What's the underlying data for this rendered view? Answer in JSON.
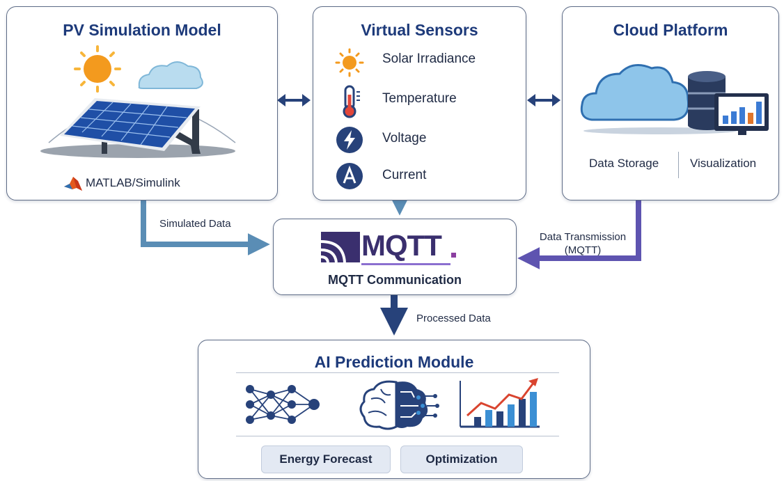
{
  "pv_model": {
    "title": "PV Simulation Model",
    "software_label": "MATLAB/Simulink"
  },
  "virtual_sensors": {
    "title": "Virtual Sensors",
    "items": [
      {
        "label": "Solar Irradiance",
        "icon": "sun-icon"
      },
      {
        "label": "Temperature",
        "icon": "thermometer-icon"
      },
      {
        "label": "Voltage",
        "icon": "lightning-icon"
      },
      {
        "label": "Current",
        "icon": "ampere-icon"
      }
    ]
  },
  "cloud_platform": {
    "title": "Cloud Platform",
    "storage_label": "Data Storage",
    "visualization_label": "Visualization"
  },
  "mqtt": {
    "logo_text": "MQTT",
    "title": "MQTT Communication"
  },
  "flows": {
    "simulated_data": "Simulated Data",
    "data_transmission_line1": "Data Transmission",
    "data_transmission_line2": "(MQTT)",
    "processed_data": "Processed Data"
  },
  "ai_module": {
    "title": "AI Prediction Module",
    "energy_forecast": "Energy Forecast",
    "optimization": "Optimization"
  },
  "colors": {
    "title_blue": "#1d3a7a",
    "arrow_teal": "#5a8db5",
    "arrow_navy": "#27427a",
    "arrow_purple": "#5e54b0",
    "mqtt_purple": "#5b3f8c",
    "sun_orange": "#f39a1e"
  }
}
